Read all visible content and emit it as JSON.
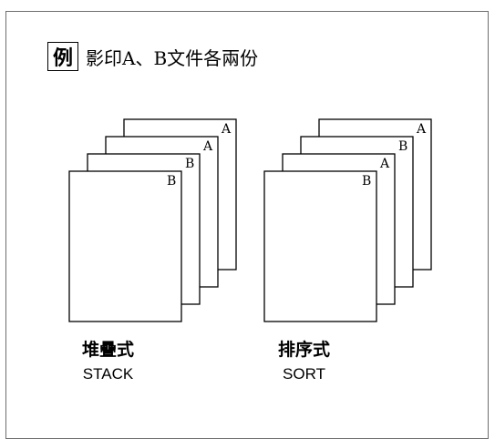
{
  "heading": {
    "badge": "例",
    "text": "影印A、B文件各兩份"
  },
  "stacks": [
    {
      "id": "stack",
      "name_zh": "堆疊式",
      "name_en": "STACK",
      "pages_back_to_front": [
        "A",
        "A",
        "B",
        "B"
      ]
    },
    {
      "id": "sort",
      "name_zh": "排序式",
      "name_en": "SORT",
      "pages_back_to_front": [
        "A",
        "B",
        "A",
        "B"
      ]
    }
  ]
}
